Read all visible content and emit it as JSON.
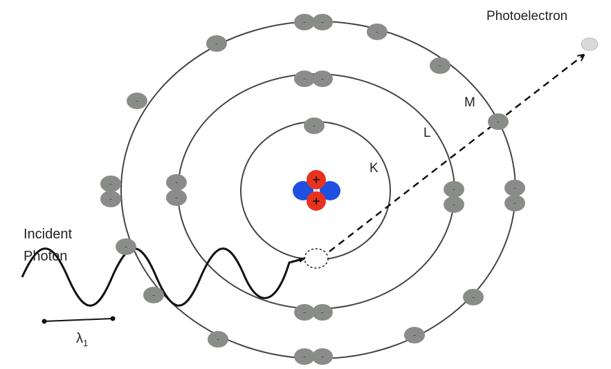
{
  "labels": {
    "photoelectron": "Photoelectron",
    "incident_line1": "Incident",
    "incident_line2": "Photon",
    "shell_k": "K",
    "shell_l": "L",
    "shell_m": "M",
    "wavelength": "λ",
    "wavelength_sub": "1"
  },
  "symbols": {
    "electron": "-",
    "proton": "+"
  },
  "colors": {
    "electron_fill": "#8a8c8a",
    "proton": "#e8321f",
    "neutron": "#1f4fe0",
    "orbit": "#444444",
    "photon": "#111111"
  }
}
